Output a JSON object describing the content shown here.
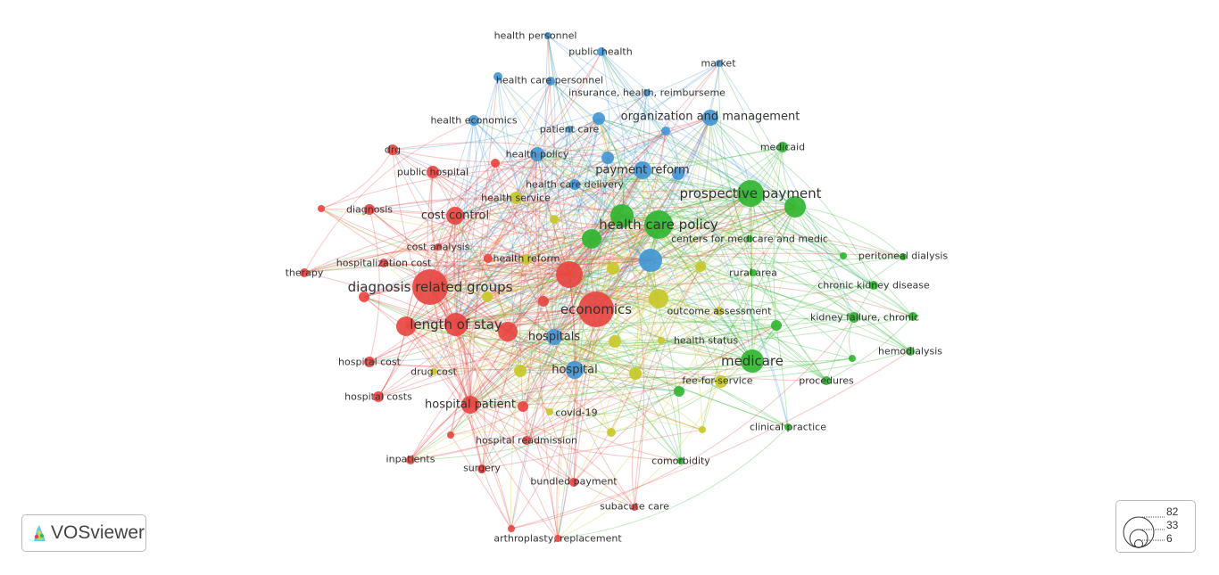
{
  "logo": {
    "text": "VOSviewer"
  },
  "legend": {
    "values": [
      "82",
      "33",
      "6"
    ]
  },
  "clusters": {
    "red": "#e8433f",
    "green": "#2db52d",
    "blue": "#3f95d6",
    "yellow": "#c8c827"
  },
  "network": {
    "nodes": [
      {
        "label": "health personnel",
        "cluster": "blue"
      },
      {
        "label": "public health",
        "cluster": "blue"
      },
      {
        "label": "market",
        "cluster": "blue"
      },
      {
        "label": "health care personnel",
        "cluster": "blue"
      },
      {
        "label": "",
        "cluster": "blue"
      },
      {
        "label": "insurance, health, reimburseme",
        "cluster": "blue"
      },
      {
        "label": "organization and management",
        "cluster": "blue"
      },
      {
        "label": "health economics",
        "cluster": "blue"
      },
      {
        "label": "patient care",
        "cluster": "blue"
      },
      {
        "label": "",
        "cluster": "blue"
      },
      {
        "label": "",
        "cluster": "blue"
      },
      {
        "label": "health policy",
        "cluster": "blue"
      },
      {
        "label": "",
        "cluster": "blue"
      },
      {
        "label": "payment reform",
        "cluster": "blue"
      },
      {
        "label": "",
        "cluster": "blue"
      },
      {
        "label": "health care delivery",
        "cluster": "blue"
      },
      {
        "label": "",
        "cluster": "blue"
      },
      {
        "label": "hospitals",
        "cluster": "blue"
      },
      {
        "label": "hospital",
        "cluster": "blue"
      },
      {
        "label": "medicaid",
        "cluster": "green"
      },
      {
        "label": "prospective payment",
        "cluster": "green"
      },
      {
        "label": "",
        "cluster": "green"
      },
      {
        "label": "health care policy",
        "cluster": "green"
      },
      {
        "label": "",
        "cluster": "green"
      },
      {
        "label": "",
        "cluster": "green"
      },
      {
        "label": "centers for medicare and medic",
        "cluster": "green"
      },
      {
        "label": "peritoneal dialysis",
        "cluster": "green"
      },
      {
        "label": "",
        "cluster": "green"
      },
      {
        "label": "rural area",
        "cluster": "green"
      },
      {
        "label": "chronic kidney disease",
        "cluster": "green"
      },
      {
        "label": "kidney failure, chronic",
        "cluster": "green"
      },
      {
        "label": "",
        "cluster": "green"
      },
      {
        "label": "",
        "cluster": "green"
      },
      {
        "label": "hemodialysis",
        "cluster": "green"
      },
      {
        "label": "",
        "cluster": "green"
      },
      {
        "label": "medicare",
        "cluster": "green"
      },
      {
        "label": "procedures",
        "cluster": "green"
      },
      {
        "label": "",
        "cluster": "green"
      },
      {
        "label": "clinical practice",
        "cluster": "green"
      },
      {
        "label": "comorbidity",
        "cluster": "green"
      },
      {
        "label": "drg",
        "cluster": "red"
      },
      {
        "label": "public hospital",
        "cluster": "red"
      },
      {
        "label": "",
        "cluster": "red"
      },
      {
        "label": "",
        "cluster": "red"
      },
      {
        "label": "diagnosis",
        "cluster": "red"
      },
      {
        "label": "cost control",
        "cluster": "red"
      },
      {
        "label": "cost analysis",
        "cluster": "red"
      },
      {
        "label": "",
        "cluster": "red"
      },
      {
        "label": "hospitalization cost",
        "cluster": "red"
      },
      {
        "label": "therapy",
        "cluster": "red"
      },
      {
        "label": "diagnosis related groups",
        "cluster": "red"
      },
      {
        "label": "",
        "cluster": "red"
      },
      {
        "label": "",
        "cluster": "red"
      },
      {
        "label": "",
        "cluster": "red"
      },
      {
        "label": "economics",
        "cluster": "red"
      },
      {
        "label": "length of stay",
        "cluster": "red"
      },
      {
        "label": "",
        "cluster": "red"
      },
      {
        "label": "",
        "cluster": "red"
      },
      {
        "label": "hospital cost",
        "cluster": "red"
      },
      {
        "label": "hospital costs",
        "cluster": "red"
      },
      {
        "label": "hospital patient",
        "cluster": "red"
      },
      {
        "label": "",
        "cluster": "red"
      },
      {
        "label": "",
        "cluster": "red"
      },
      {
        "label": "hospital readmission",
        "cluster": "red"
      },
      {
        "label": "inpatients",
        "cluster": "red"
      },
      {
        "label": "surgery",
        "cluster": "red"
      },
      {
        "label": "bundled payment",
        "cluster": "red"
      },
      {
        "label": "subacute care",
        "cluster": "red"
      },
      {
        "label": "",
        "cluster": "red"
      },
      {
        "label": "arthroplasty, replacement",
        "cluster": "red"
      },
      {
        "label": "health service",
        "cluster": "yellow"
      },
      {
        "label": "",
        "cluster": "yellow"
      },
      {
        "label": "",
        "cluster": "yellow"
      },
      {
        "label": "",
        "cluster": "yellow"
      },
      {
        "label": "",
        "cluster": "yellow"
      },
      {
        "label": "",
        "cluster": "yellow"
      },
      {
        "label": "outcome assessment",
        "cluster": "yellow"
      },
      {
        "label": "",
        "cluster": "yellow"
      },
      {
        "label": "health status",
        "cluster": "yellow"
      },
      {
        "label": "drug cost",
        "cluster": "yellow"
      },
      {
        "label": "",
        "cluster": "yellow"
      },
      {
        "label": "",
        "cluster": "yellow"
      },
      {
        "label": "fee-for-service",
        "cluster": "yellow"
      },
      {
        "label": "covid-19",
        "cluster": "yellow"
      },
      {
        "label": "",
        "cluster": "yellow"
      },
      {
        "label": "",
        "cluster": "yellow"
      },
      {
        "label": "health reform",
        "cluster": "yellow"
      }
    ]
  }
}
